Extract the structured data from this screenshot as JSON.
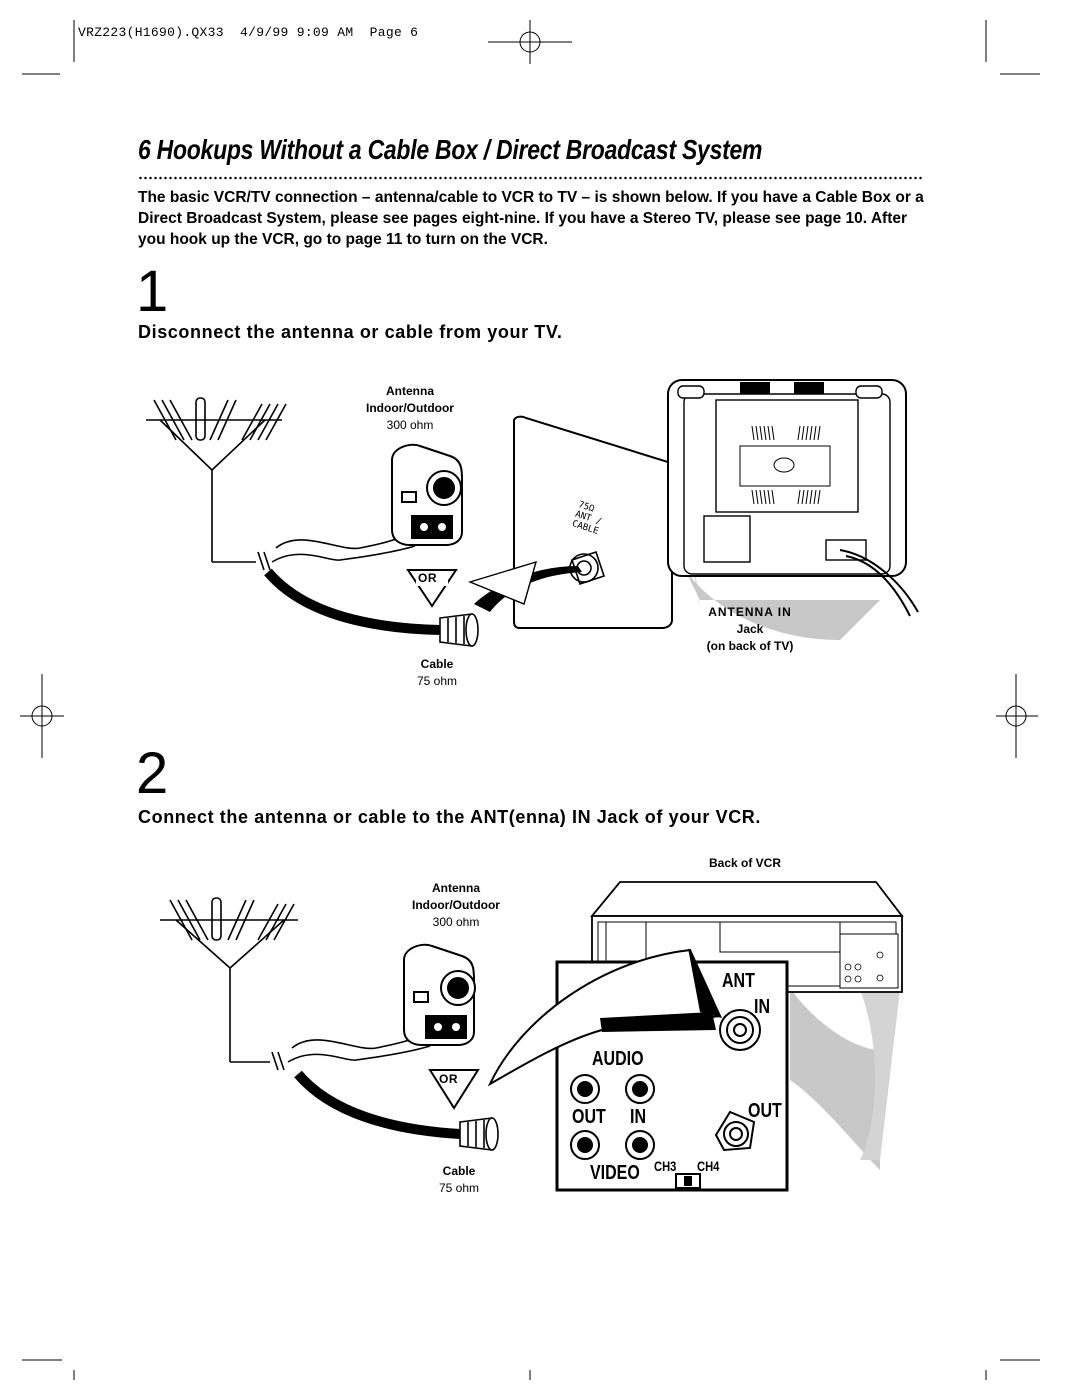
{
  "header": {
    "slug": "VRZ223(H1690).QX33  4/9/99 9:09 AM  Page 6"
  },
  "page": {
    "title": "6 Hookups Without a Cable Box / Direct Broadcast System",
    "intro": "The basic VCR/TV connection – antenna/cable to VCR to TV – is shown below. If you have a Cable Box or a Direct Broadcast System, please see pages eight-nine. If you have a Stereo TV, please see page 10. After you hook up the VCR, go to page 11 to turn on the VCR."
  },
  "step1": {
    "number": "1",
    "heading": "Disconnect the antenna or cable from your TV.",
    "antenna_title": "Antenna",
    "antenna_type": "Indoor/Outdoor",
    "antenna_ohm": "300 ohm",
    "or_label": "OR",
    "cable_title": "Cable",
    "cable_ohm": "75 ohm",
    "jack_line1": "ANTENNA IN",
    "jack_line2": "Jack",
    "jack_line3": "(on back of TV)",
    "panel_ohm": "75Ω",
    "panel_ant": "ANT /",
    "panel_cable": "CABLE"
  },
  "step2": {
    "number": "2",
    "heading": "Connect the antenna or cable to the ANT(enna) IN Jack of your VCR.",
    "back_of_vcr": "Back of VCR",
    "antenna_title": "Antenna",
    "antenna_type": "Indoor/Outdoor",
    "antenna_ohm": "300 ohm",
    "or_label": "OR",
    "cable_title": "Cable",
    "cable_ohm": "75 ohm",
    "panel": {
      "ant": "ANT",
      "in_top": "IN",
      "audio": "AUDIO",
      "out_left": "OUT",
      "in_mid": "IN",
      "out_right": "OUT",
      "video": "VIDEO",
      "ch3": "CH3",
      "ch4": "CH4"
    }
  }
}
